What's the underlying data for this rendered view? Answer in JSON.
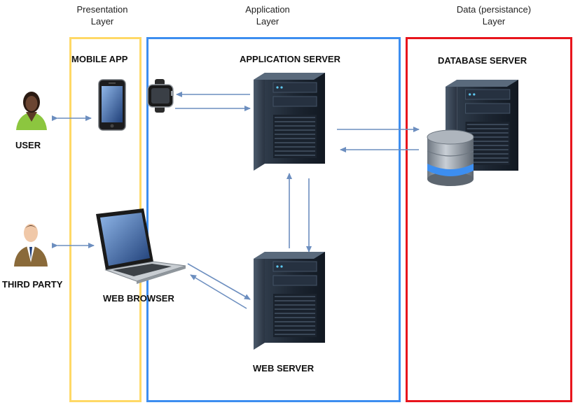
{
  "layers": {
    "presentation": {
      "line1": "Presentation",
      "line2": "Layer",
      "color": "#FFD966"
    },
    "application": {
      "line1": "Application",
      "line2": "Layer",
      "color": "#3D8EF0"
    },
    "data": {
      "line1": "Data (persistance)",
      "line2": "Layer",
      "color": "#E8141C"
    }
  },
  "nodes": {
    "mobile_app": "MOBILE APP",
    "application_server": "APPLICATION SERVER",
    "database_server": "DATABASE SERVER",
    "user": "USER",
    "third_party": "THIRD PARTY",
    "web_browser": "WEB BROWSER",
    "web_server": "WEB SERVER"
  },
  "icons": [
    "user-icon",
    "third-party-icon",
    "mobile-phone-icon",
    "smartwatch-icon",
    "laptop-icon",
    "application-server-icon",
    "web-server-icon",
    "database-server-icon",
    "database-cylinder-icon"
  ],
  "arrow_color": "#6C8EBF"
}
